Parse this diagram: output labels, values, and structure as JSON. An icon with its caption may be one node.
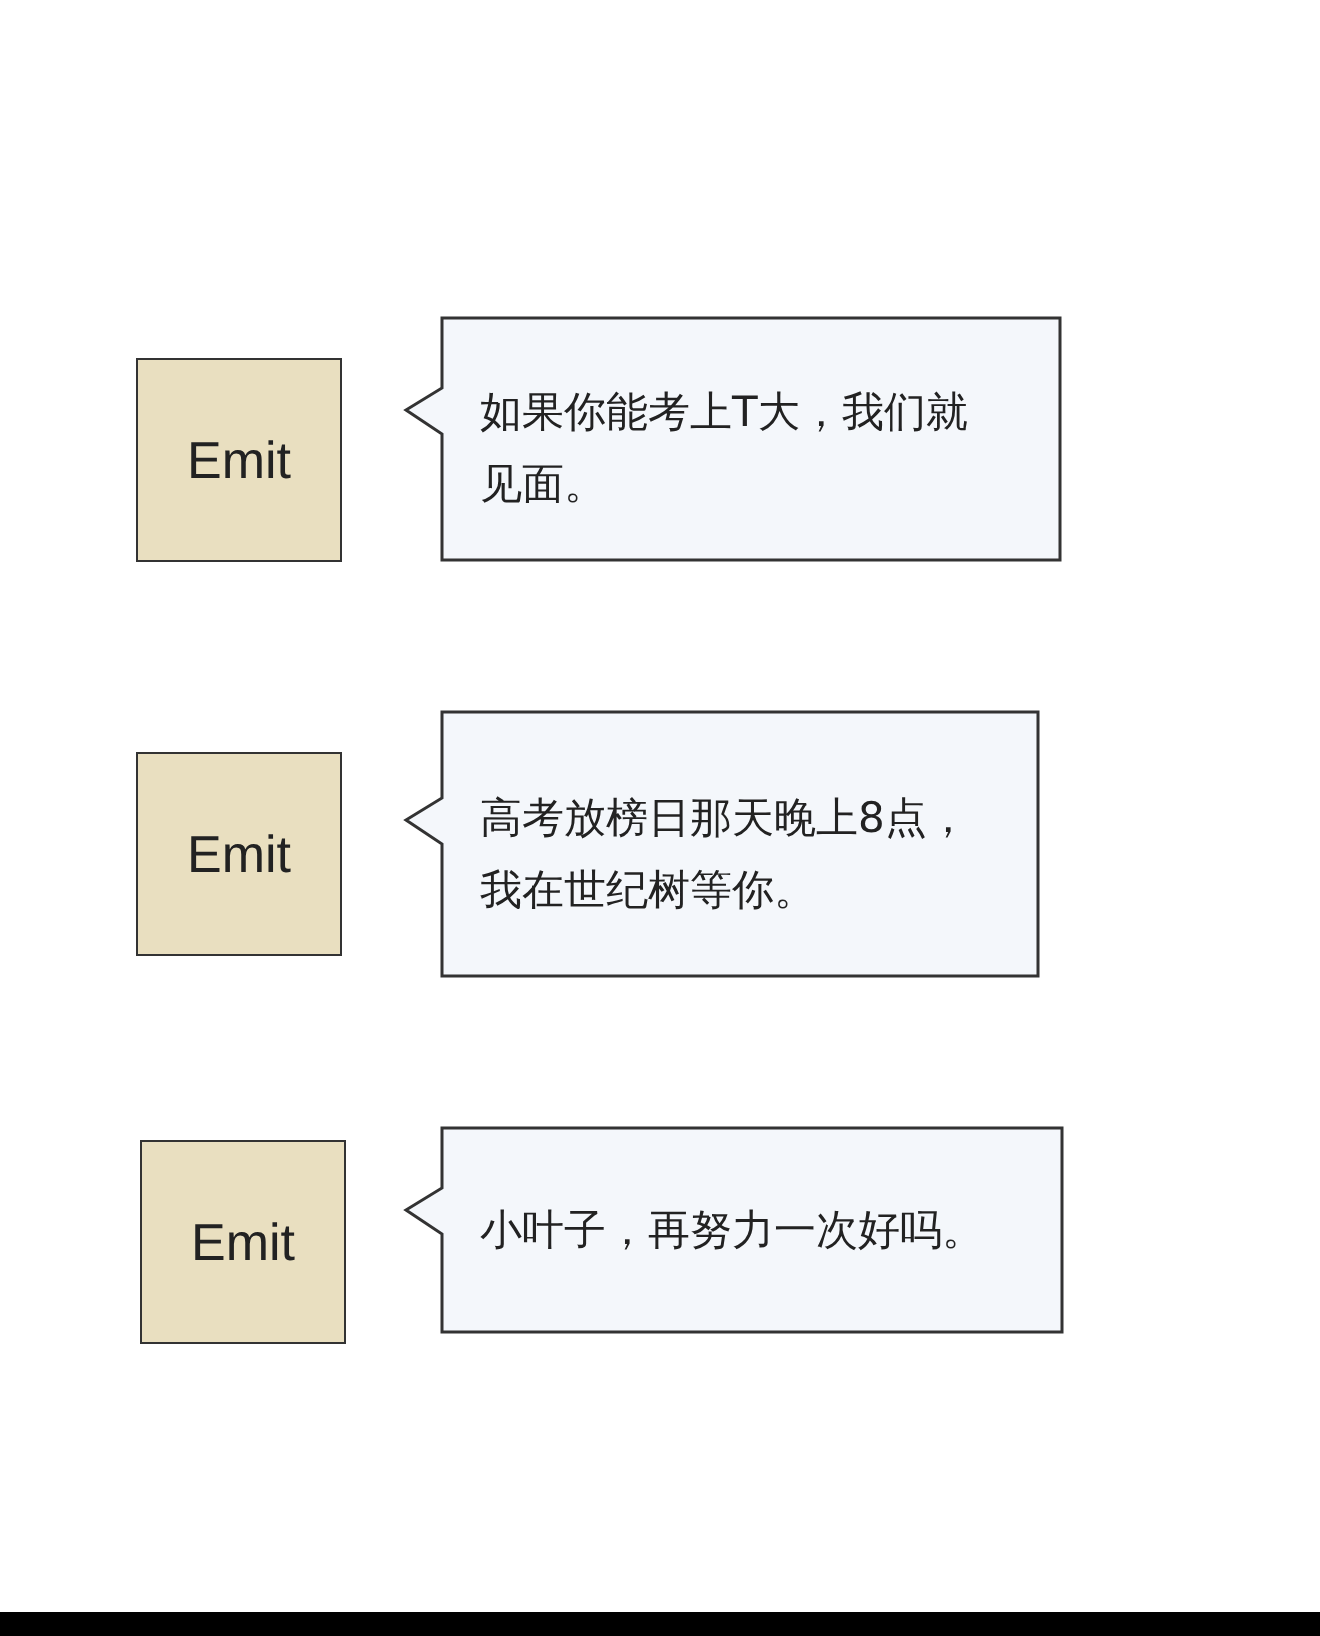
{
  "diagram": {
    "nodes": [
      {
        "text": [
          "Emit"
        ]
      },
      {
        "text": [
          "如果你能考上T大，我们就见面。"
        ]
      },
      {
        "text": [
          "Emit"
        ]
      },
      {
        "text": [
          "高考放榜日那天晚上8点，我在世纪树等你。"
        ]
      },
      {
        "text": [
          "Emit"
        ]
      },
      {
        "text": [
          "小叶子，再努力一次好吗。"
        ]
      }
    ]
  }
}
